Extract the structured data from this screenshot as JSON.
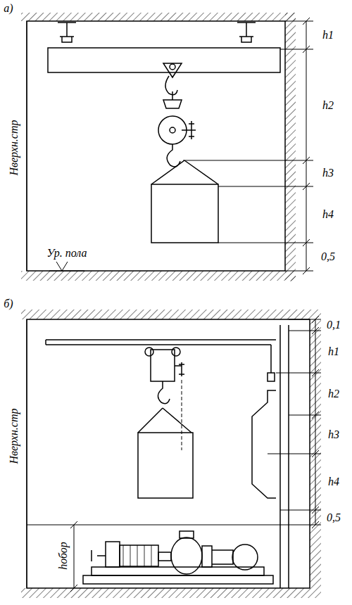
{
  "diagram": {
    "labels": [
      "а)",
      "Hверхн.стр",
      "Ур. пола",
      "h1",
      "h2",
      "h3",
      "h4",
      "0,5",
      "б)",
      "0,1",
      "h1",
      "h2",
      "h3",
      "h4",
      "0,5",
      "Hверхн.стр",
      "hобор"
    ]
  }
}
